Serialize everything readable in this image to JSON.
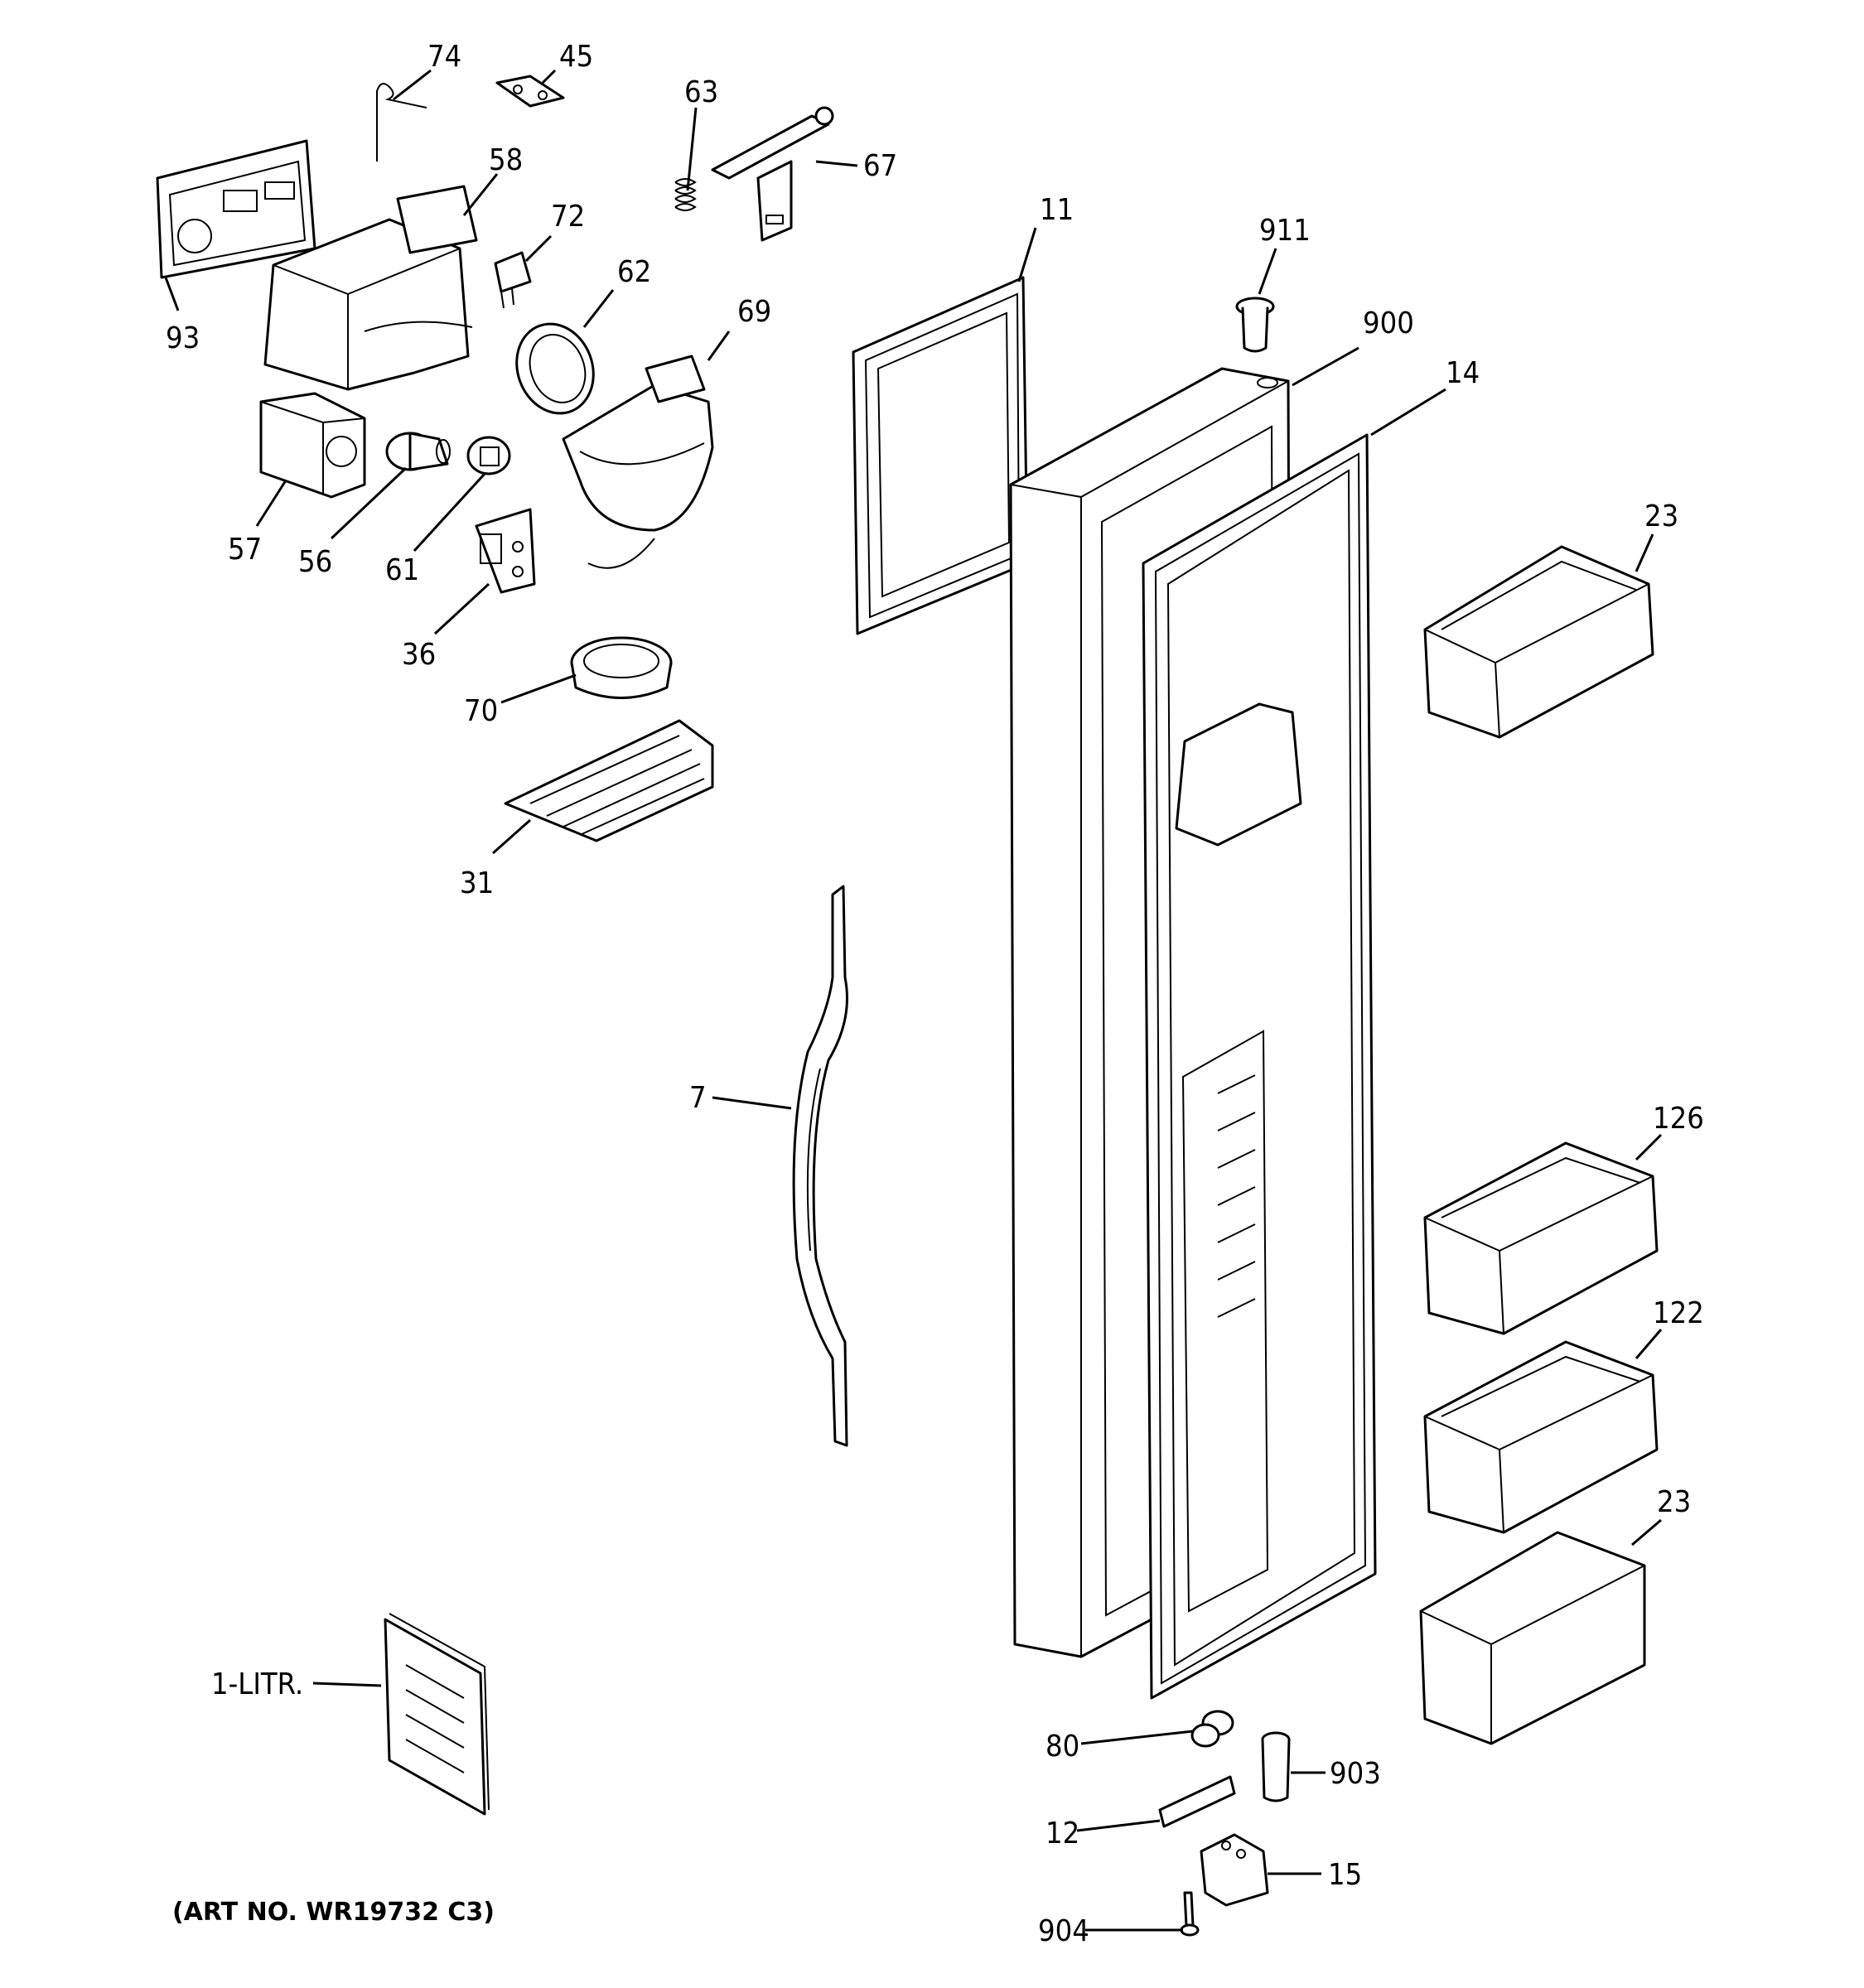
{
  "callouts": {
    "c74": "74",
    "c45": "45",
    "c63": "63",
    "c67": "67",
    "c58": "58",
    "c72": "72",
    "c62": "62",
    "c93": "93",
    "c69": "69",
    "c11": "11",
    "c911": "911",
    "c900": "900",
    "c14": "14",
    "c23a": "23",
    "c57": "57",
    "c56": "56",
    "c61": "61",
    "c36": "36",
    "c70": "70",
    "c31": "31",
    "c7": "7",
    "c126": "126",
    "c122": "122",
    "c23b": "23",
    "c1litr": "1-LITR.",
    "c80": "80",
    "c903": "903",
    "c12": "12",
    "c15": "15",
    "c904": "904"
  },
  "art_number": "(ART NO. WR19732 C3)",
  "colors": {
    "line": "#000000",
    "background": "#ffffff"
  }
}
